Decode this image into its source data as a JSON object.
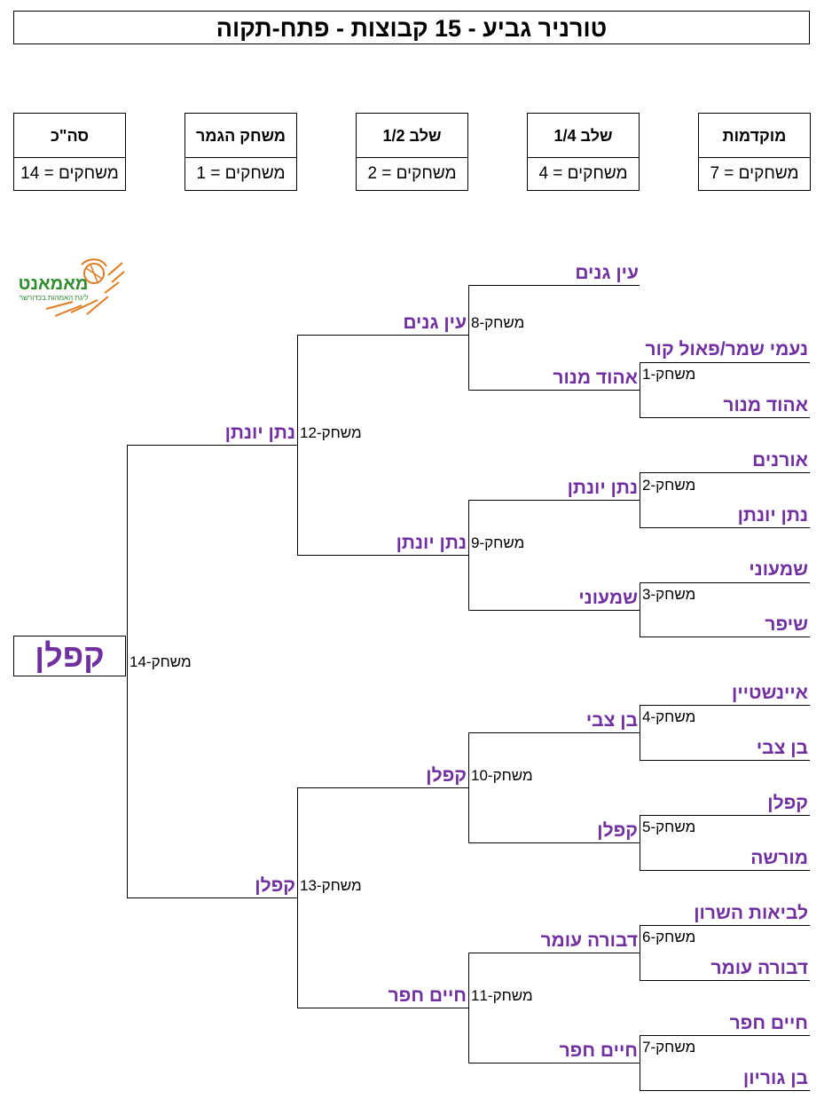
{
  "title": "טורניר גביע - 15 קבוצות   -   פתח-תקוה",
  "stages": [
    {
      "label": "מוקדמות",
      "value": "משחקים = 7"
    },
    {
      "label": "שלב 1/4",
      "value": "משחקים = 4"
    },
    {
      "label": "שלב 1/2",
      "value": "משחקים = 2"
    },
    {
      "label": "משחק הגמר",
      "value": "משחקים = 1"
    },
    {
      "label": "סה\"כ",
      "value": "משחקים = 14"
    }
  ],
  "logo": {
    "text": "מאמאנט",
    "subtitle": "ליגת האמהות בכדורשת"
  },
  "colors": {
    "team": "#7030a0",
    "logo_green": "#2e8b2e",
    "logo_orange": "#e07b20"
  },
  "bracket": {
    "champion": "קפלן",
    "teams": {
      "t01": "עין גנים",
      "t02": "עין גנים",
      "t03": "נעמי שמר/פאול קור",
      "t04": "אהוד מנור",
      "t05": "אהוד מנור",
      "t06": "נתן יונתן",
      "t07": "אורנים",
      "t08": "נתן יונתן",
      "t09": "נתן יונתן",
      "t10": "נתן יונתן",
      "t11": "שמעוני",
      "t12": "שמעוני",
      "t13": "שיפר",
      "t14": "איינשטיין",
      "t15": "בן צבי",
      "t16": "בן צבי",
      "t17": "קפלן",
      "t18": "קפלן",
      "t19": "קפלן",
      "t20": "מורשה",
      "t21": "קפלן",
      "t22": "לביאות השרון",
      "t23": "דבורה עומר",
      "t24": "דבורה עומר",
      "t25": "חיים חפר",
      "t26": "חיים חפר",
      "t27": "חיים חפר",
      "t28": "בן גוריון"
    },
    "games": {
      "g1": "משחק-1",
      "g2": "משחק-2",
      "g3": "משחק-3",
      "g4": "משחק-4",
      "g5": "משחק-5",
      "g6": "משחק-6",
      "g7": "משחק-7",
      "g8": "משחק-8",
      "g9": "משחק-9",
      "g10": "משחק-10",
      "g11": "משחק-11",
      "g12": "משחק-12",
      "g13": "משחק-13",
      "g14": "משחק-14"
    }
  }
}
